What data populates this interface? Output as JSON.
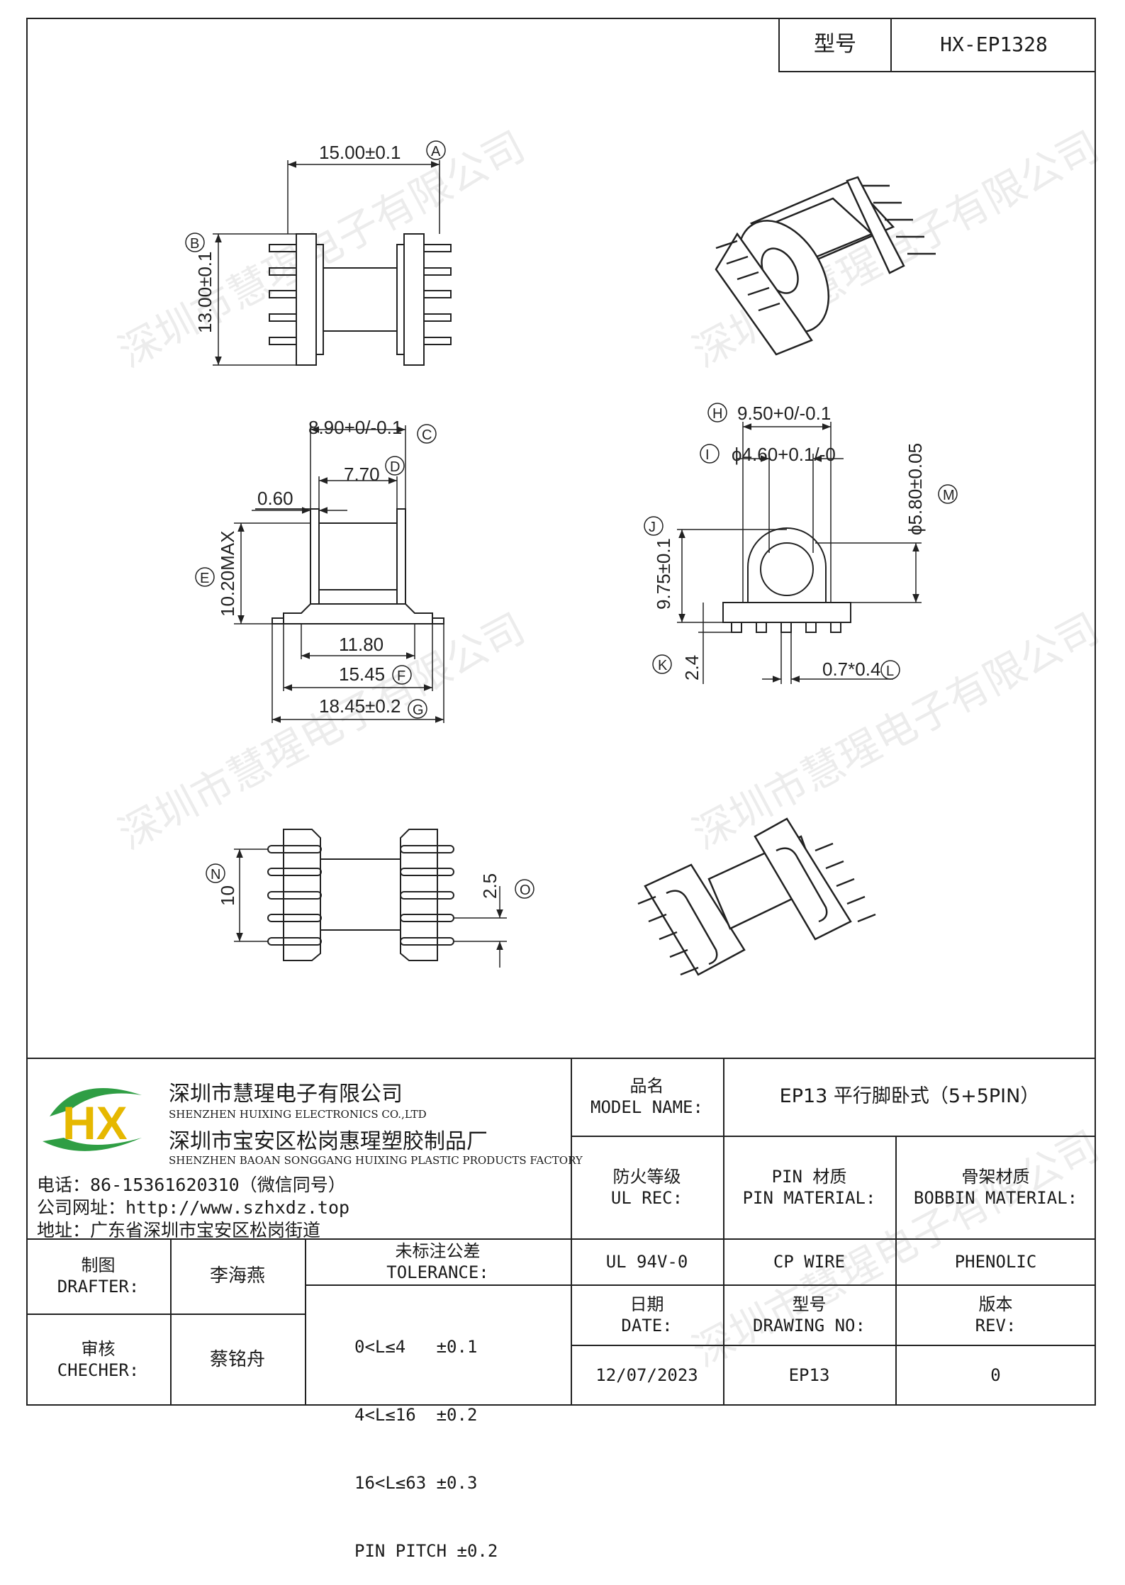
{
  "header": {
    "model_label": "型号",
    "model_value": "HX-EP1328"
  },
  "dimensions": {
    "top_width": "15.00±0.1",
    "top_width_tag": "A",
    "top_height": "13.00±0.1",
    "top_height_tag": "B",
    "side_c": "8.90+0/-0.1",
    "side_c_tag": "C",
    "side_d": "7.70",
    "side_d_tag": "D",
    "side_060": "0.60",
    "side_e": "10.20MAX",
    "side_e_tag": "E",
    "side_1180": "11.80",
    "side_f": "15.45",
    "side_f_tag": "F",
    "side_g": "18.45±0.2",
    "side_g_tag": "G",
    "front_h": "9.50+0/-0.1",
    "front_h_tag": "H",
    "front_i": "ϕ4.60+0.1/-0",
    "front_i_tag": "I",
    "front_j": "9.75±0.1",
    "front_j_tag": "J",
    "front_m": "ϕ5.80±0.05",
    "front_m_tag": "M",
    "front_k": "2.4",
    "front_k_tag": "K",
    "front_l": "0.7*0.4",
    "front_l_tag": "L",
    "bottom_n": "10",
    "bottom_n_tag": "N",
    "bottom_o": "2.5",
    "bottom_o_tag": "O"
  },
  "watermark": "深圳市慧瑆电子有限公司",
  "company": {
    "logo_letters": "HX",
    "name_cn": "深圳市慧瑆电子有限公司",
    "name_en": "SHENZHEN HUIXING ELECTRONICS CO.,LTD",
    "factory_cn": "深圳市宝安区松岗惠瑆塑胶制品厂",
    "factory_en": "SHENZHEN BAOAN SONGGANG HUIXING PLASTIC PRODUCTS FACTORY",
    "phone": "电话：86-15361620310（微信同号）",
    "website": "公司网址：http://www.szhxdz.top",
    "address": "地址：广东省深圳市宝安区松岗街道"
  },
  "title_block": {
    "model_name_cn": "品名",
    "model_name_en": "MODEL NAME:",
    "model_name_value": "EP13 平行脚卧式（5+5PIN）",
    "ul_cn": "防火等级",
    "ul_en": "UL REC:",
    "pin_cn": "PIN 材质",
    "pin_en": "PIN MATERIAL:",
    "bobbin_cn": "骨架材质",
    "bobbin_en": "BOBBIN MATERIAL:",
    "ul_value": "UL 94V-0",
    "pin_value": "CP WIRE",
    "bobbin_value": "PHENOLIC",
    "drafter_cn": "制图",
    "drafter_en": "DRAFTER:",
    "drafter_value": "李海燕",
    "checker_cn": "审核",
    "checker_en": "CHECHER:",
    "checker_value": "蔡铭舟",
    "tolerance_cn": "未标注公差",
    "tolerance_en": "TOLERANCE:",
    "tolerance_lines": [
      "0<L≤4   ±0.1",
      "4<L≤16  ±0.2",
      "16<L≤63 ±0.3",
      "PIN PITCH ±0.2"
    ],
    "date_cn": "日期",
    "date_en": "DATE:",
    "date_value": "12/07/2023",
    "drawing_cn": "型号",
    "drawing_en": "DRAWING NO:",
    "drawing_value": "EP13",
    "rev_cn": "版本",
    "rev_en": "REV:",
    "rev_value": "0"
  }
}
